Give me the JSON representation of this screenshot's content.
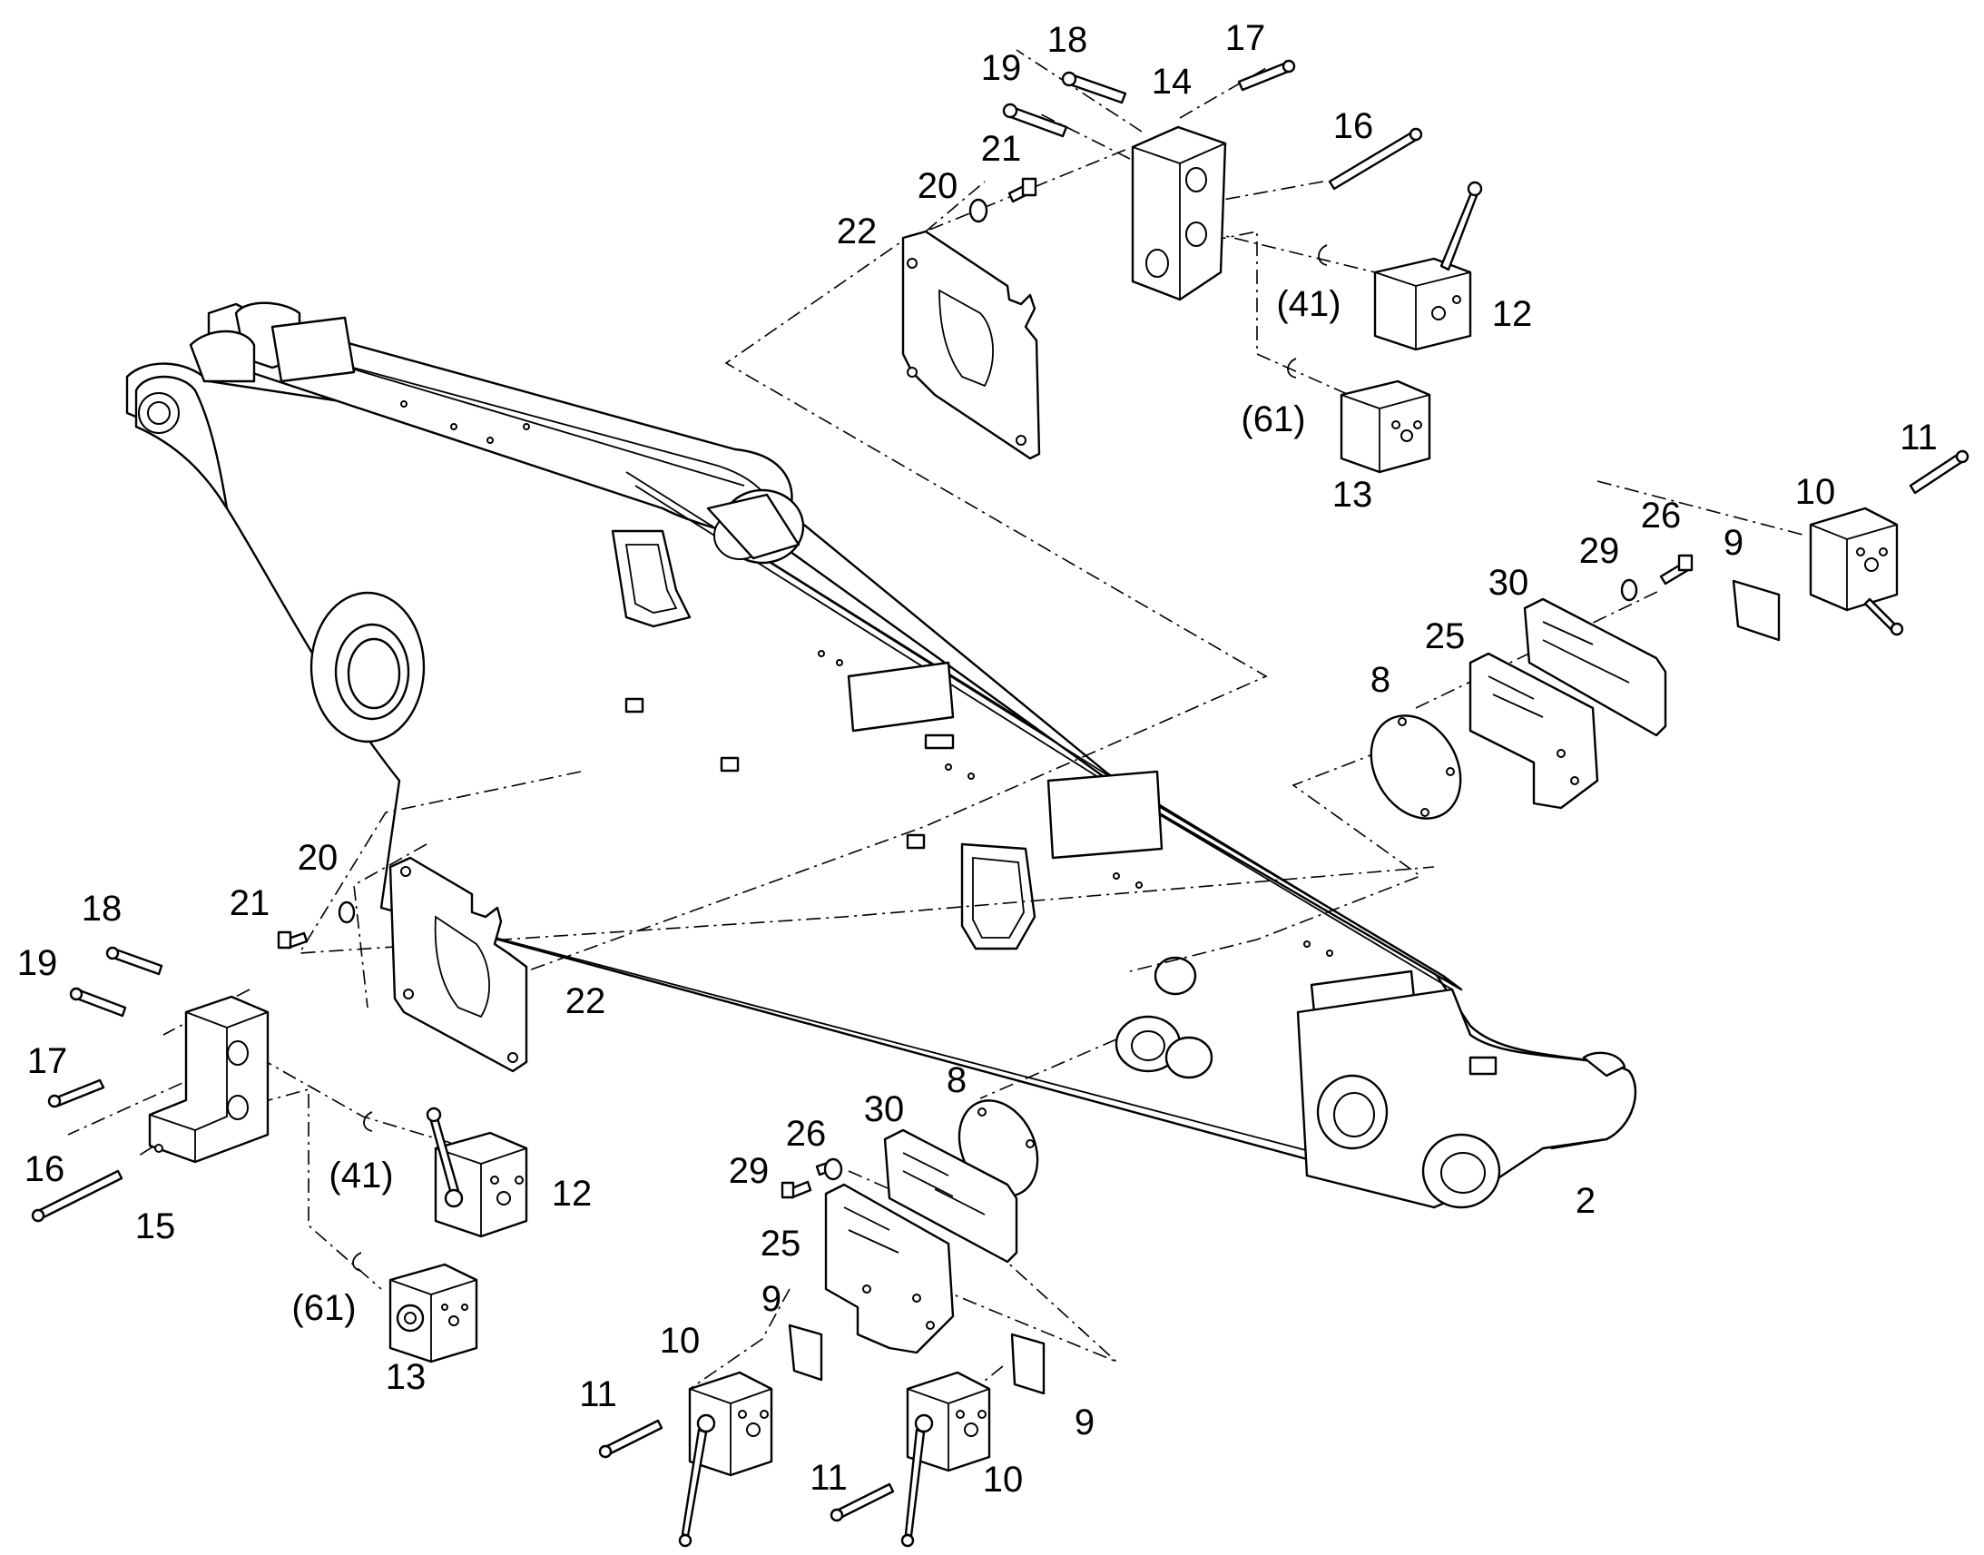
{
  "labels": [
    {
      "id": "18-top",
      "text": "18"
    },
    {
      "id": "17-top",
      "text": "17"
    },
    {
      "id": "19-top",
      "text": "19"
    },
    {
      "id": "14-top",
      "text": "14"
    },
    {
      "id": "21-top",
      "text": "21"
    },
    {
      "id": "16-top",
      "text": "16"
    },
    {
      "id": "20-top",
      "text": "20"
    },
    {
      "id": "22-top",
      "text": "22"
    },
    {
      "id": "41-top",
      "text": "(41)"
    },
    {
      "id": "12-top",
      "text": "12"
    },
    {
      "id": "61-top",
      "text": "(61)"
    },
    {
      "id": "13-top",
      "text": "13"
    },
    {
      "id": "11-right",
      "text": "11"
    },
    {
      "id": "10-right",
      "text": "10"
    },
    {
      "id": "26-right",
      "text": "26"
    },
    {
      "id": "29-right",
      "text": "29"
    },
    {
      "id": "9-right",
      "text": "9"
    },
    {
      "id": "30-right",
      "text": "30"
    },
    {
      "id": "25-right",
      "text": "25"
    },
    {
      "id": "8-right",
      "text": "8"
    },
    {
      "id": "20-left",
      "text": "20"
    },
    {
      "id": "21-left",
      "text": "21"
    },
    {
      "id": "18-left",
      "text": "18"
    },
    {
      "id": "19-left",
      "text": "19"
    },
    {
      "id": "22-left",
      "text": "22"
    },
    {
      "id": "17-left",
      "text": "17"
    },
    {
      "id": "16-left",
      "text": "16"
    },
    {
      "id": "15-left",
      "text": "15"
    },
    {
      "id": "41-left",
      "text": "(41)"
    },
    {
      "id": "12-left",
      "text": "12"
    },
    {
      "id": "61-left",
      "text": "(61)"
    },
    {
      "id": "13-left",
      "text": "13"
    },
    {
      "id": "8-bottom",
      "text": "8"
    },
    {
      "id": "30-bottom",
      "text": "30"
    },
    {
      "id": "26-bottom",
      "text": "26"
    },
    {
      "id": "29-bottom",
      "text": "29"
    },
    {
      "id": "25-bottom",
      "text": "25"
    },
    {
      "id": "9-bottom-left",
      "text": "9"
    },
    {
      "id": "10-bottom-left",
      "text": "10"
    },
    {
      "id": "11-bottom-left",
      "text": "11"
    },
    {
      "id": "9-bottom-right",
      "text": "9"
    },
    {
      "id": "11-bottom-right",
      "text": "11"
    },
    {
      "id": "10-bottom-right",
      "text": "10"
    },
    {
      "id": "2-boom",
      "text": "2"
    }
  ]
}
